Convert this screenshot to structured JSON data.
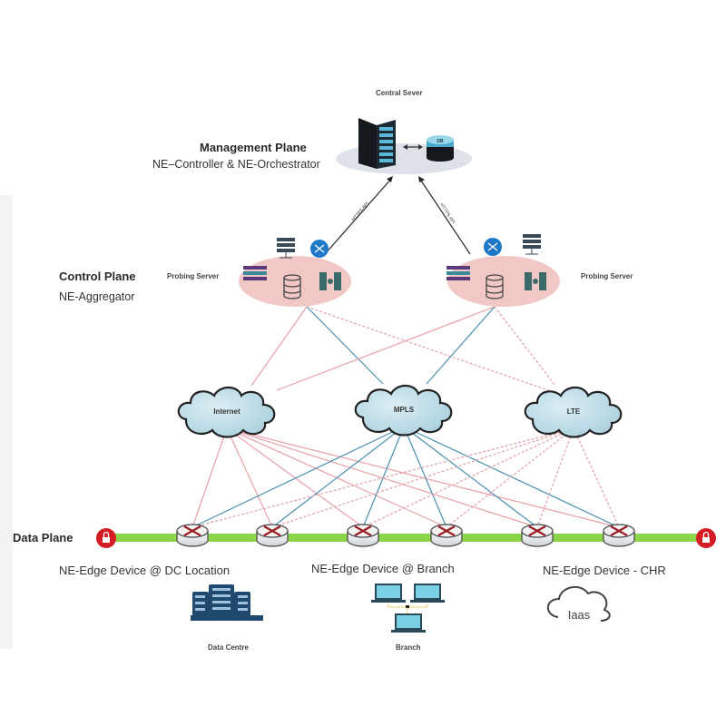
{
  "central_server": {
    "title": "Central Sever",
    "db_label": "DB"
  },
  "management_plane": {
    "title": "Management Plane",
    "subtitle": "NE–Controller & NE-Orchestrator"
  },
  "api_links": [
    {
      "label": "HTTPS API"
    },
    {
      "label": "HTTPS API"
    }
  ],
  "control_plane": {
    "title": "Control  Plane",
    "subtitle": "NE-Aggregator",
    "servers": [
      {
        "label": "Probing Server"
      },
      {
        "label": "Probing Server"
      }
    ]
  },
  "clouds": [
    {
      "label": "Internet"
    },
    {
      "label": "MPLS"
    },
    {
      "label": "LTE"
    }
  ],
  "data_plane": {
    "title": "Data  Plane",
    "edge_groups": [
      {
        "label": "NE-Edge Device @ DC Location",
        "site": "Data Centre"
      },
      {
        "label": "NE-Edge Device @ Branch",
        "site": "Branch"
      },
      {
        "label": "NE-Edge Device - CHR",
        "site": "Iaas"
      }
    ],
    "routers": 6
  },
  "colors": {
    "internet_link": "#e8a0a8",
    "mpls_link": "#4a90b0",
    "lte_link": "#e0a0a8",
    "data_bar": "#8cd448",
    "lock": "#d41c24",
    "cloud_fill": "#bcdde8",
    "probe_ellipse": "#f2c8c6",
    "mgmt_ellipse": "#dde1e8"
  }
}
